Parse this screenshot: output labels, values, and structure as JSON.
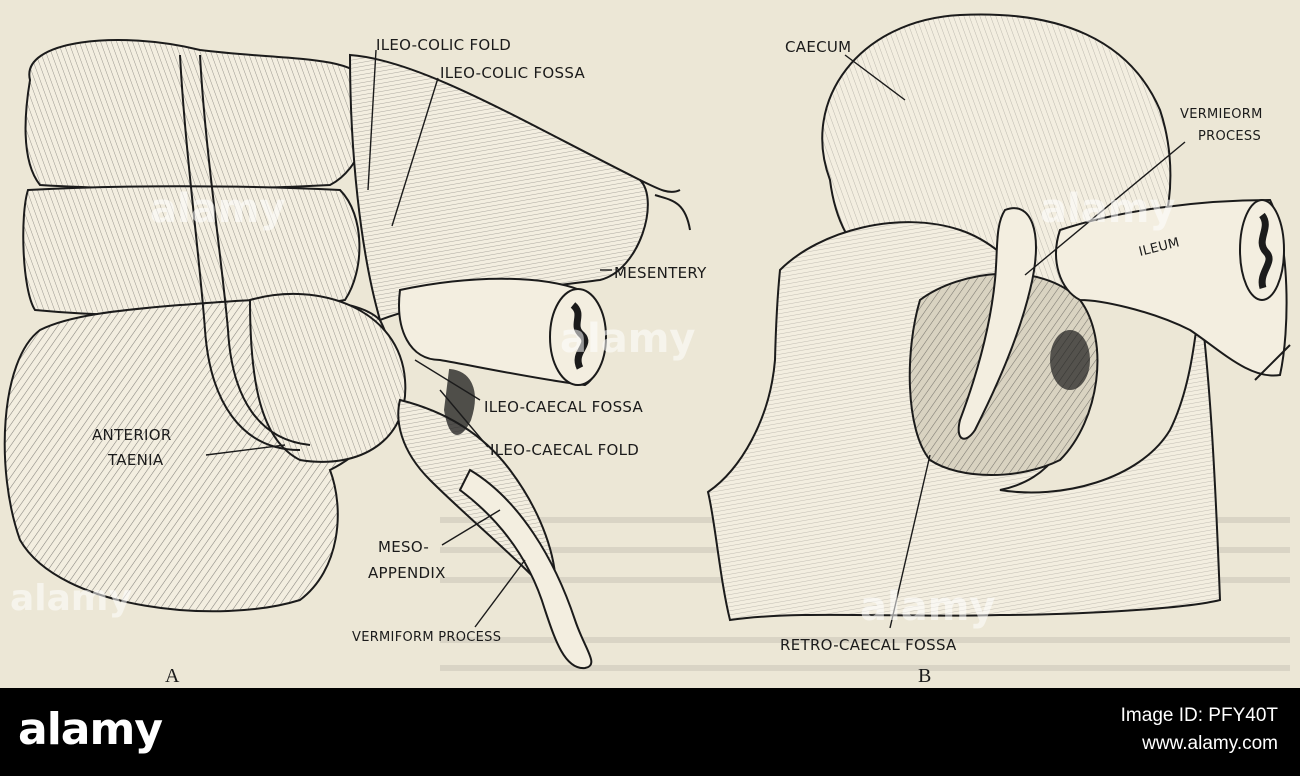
{
  "figure": {
    "labels": {
      "ileo_colic_fold": "ILEO-COLIC FOLD",
      "ileo_colic_fossa": "ILEO-COLIC FOSSA",
      "mesentery": "MESENTERY",
      "ileo_caecal_fossa": "ILEO-CAECAL FOSSA",
      "ileo_caecal_fold": "ILEO-CAECAL FOLD",
      "anterior": "ANTERIOR",
      "taenia": "TAENIA",
      "meso": "MESO-",
      "appendix": "APPENDIX",
      "vermiform_process": "VERMIFORM PROCESS",
      "caecum": "CAECUM",
      "vermieorm": "VERMIEORM",
      "process": "PROCESS",
      "ileum": "ILEUM",
      "retro_caecal_fossa": "RETRO-CAECAL FOSSA"
    },
    "panel_a_letter": "A",
    "panel_b_letter": "B"
  },
  "watermark": {
    "text": "alamy"
  },
  "footer": {
    "brand": "alamy",
    "image_id_line": "Image ID: PFY40T",
    "site": "www.alamy.com"
  },
  "colors": {
    "paper": "#ece7d6",
    "ink": "#1b1b1b",
    "footer": "#000000"
  }
}
